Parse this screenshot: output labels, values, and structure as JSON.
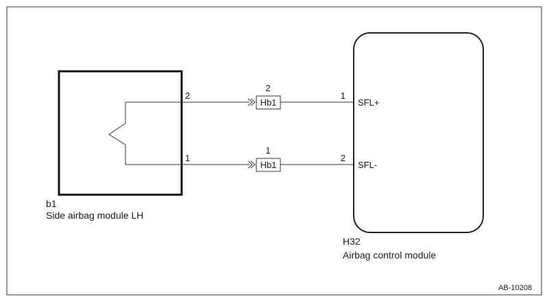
{
  "frame": {
    "border_color": "#333333"
  },
  "side_module": {
    "id": "b1",
    "name": "Side airbag module LH",
    "pin_top": "2",
    "pin_bottom": "1"
  },
  "connectors": [
    {
      "label": "Hb1",
      "pin": "2"
    },
    {
      "label": "Hb1",
      "pin": "1"
    }
  ],
  "control_module": {
    "id": "H32",
    "name": "Airbag control module",
    "pin_top": "1",
    "pin_bottom": "2",
    "signal_top": "SFL+",
    "signal_bottom": "SFL-"
  },
  "figure_code": "AB-10208"
}
